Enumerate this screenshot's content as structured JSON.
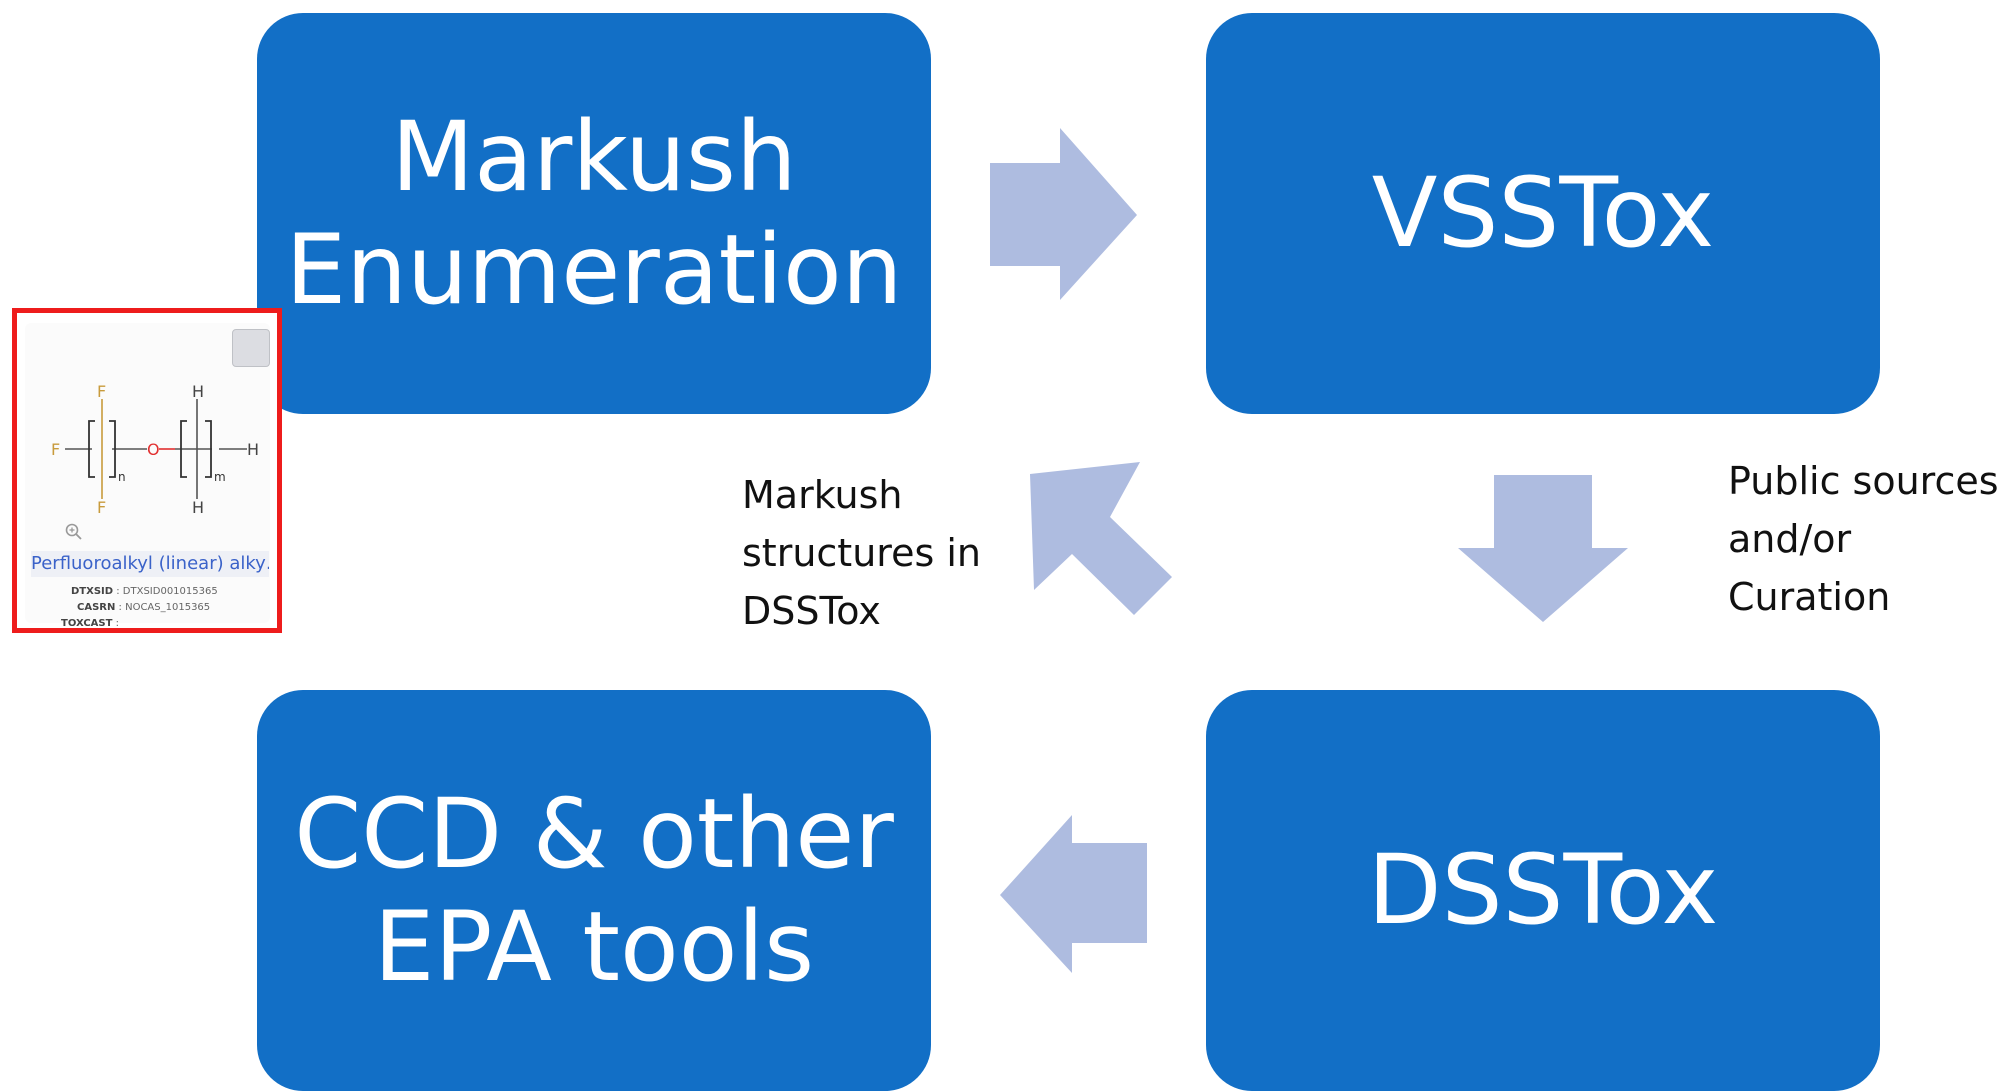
{
  "boxes": {
    "markush": [
      "Markush",
      "Enumeration"
    ],
    "vsstox": [
      "VSSTox"
    ],
    "ccd": [
      "CCD & other",
      "EPA tools"
    ],
    "dsstox": [
      "DSSTox"
    ]
  },
  "labels": {
    "markush_structures": [
      "Markush",
      "structures in",
      "DSSTox"
    ],
    "public_sources": [
      "Public sources",
      "and/or",
      "Curation"
    ]
  },
  "card": {
    "name": "Perfluoroalkyl (linear) alky…",
    "dtxsid_label": "DTXSID",
    "dtxsid_value": "DTXSID001015365",
    "casrn_label": "CASRN",
    "casrn_value": "NOCAS_1015365",
    "toxcast_label": "TOXCAST",
    "structure_atoms": [
      "F",
      "F",
      "F",
      "O",
      "H",
      "H",
      "H",
      "n",
      "m"
    ]
  },
  "colors": {
    "box": "#126fc6",
    "arrow": "#aebce0",
    "card_border": "#ee1c1c"
  }
}
